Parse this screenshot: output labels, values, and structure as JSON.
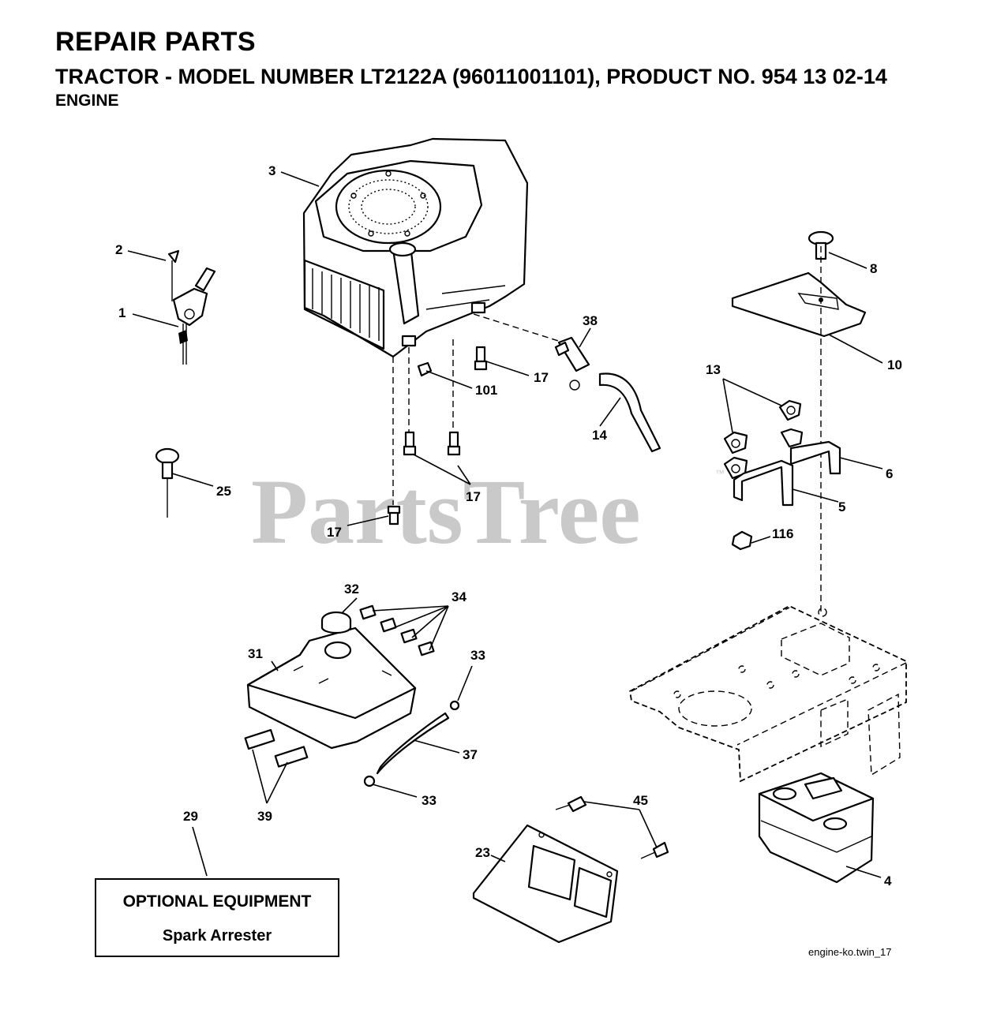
{
  "header": {
    "title": "REPAIR PARTS",
    "subtitle": "TRACTOR - MODEL NUMBER LT2122A (96011001101), PRODUCT NO. 954 13 02-14",
    "section": "ENGINE"
  },
  "watermark": {
    "text": "PartsTree",
    "mark": "™"
  },
  "callouts": {
    "c1": "1",
    "c2": "2",
    "c3": "3",
    "c4": "4",
    "c5": "5",
    "c6": "6",
    "c8": "8",
    "c10": "10",
    "c13": "13",
    "c14": "14",
    "c17a": "17",
    "c17b": "17",
    "c17c": "17",
    "c23": "23",
    "c25": "25",
    "c29": "29",
    "c31": "31",
    "c32": "32",
    "c33a": "33",
    "c33b": "33",
    "c34": "34",
    "c37": "37",
    "c38": "38",
    "c39": "39",
    "c45": "45",
    "c101": "101",
    "c116": "116"
  },
  "optional_equipment": {
    "title": "OPTIONAL EQUIPMENT",
    "item": "Spark Arrester"
  },
  "figure_id": "engine-ko.twin_17"
}
